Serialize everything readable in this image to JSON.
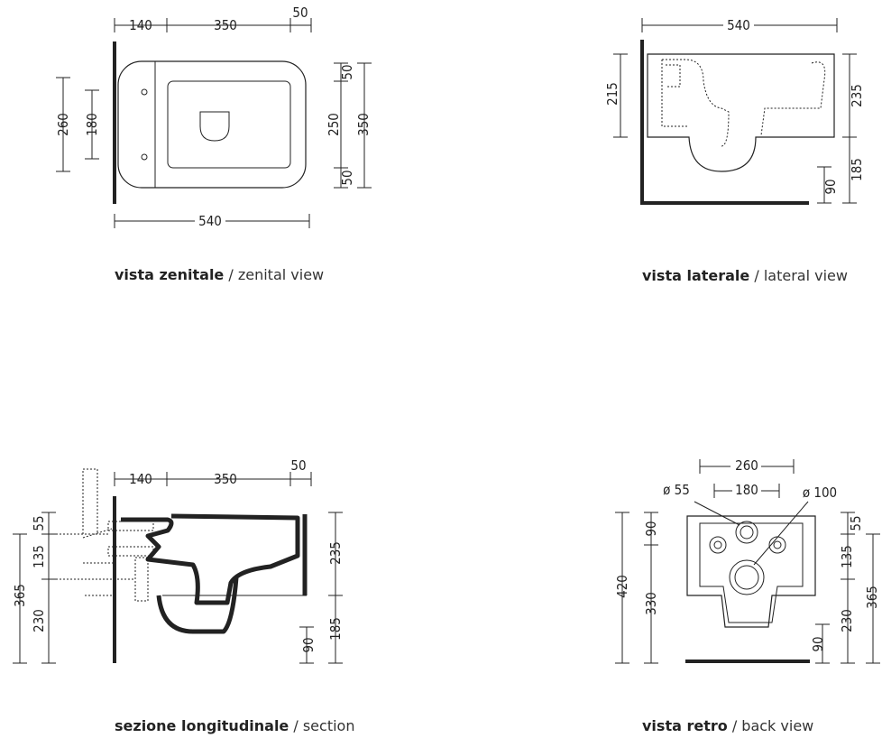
{
  "top_view": {
    "dims": {
      "d140": "140",
      "d350": "350",
      "d50": "50",
      "d260": "260",
      "d180": "180",
      "d50a": "50",
      "d250": "250",
      "d50b": "50",
      "d350v": "350",
      "d540": "540"
    },
    "caption": {
      "it": "vista zenitale",
      "sep": " / ",
      "en": "zenital view"
    }
  },
  "lateral_view": {
    "dims": {
      "d540": "540",
      "d215": "215",
      "d235": "235",
      "d185": "185",
      "d90": "90"
    },
    "caption": {
      "it": "vista laterale",
      "sep": " / ",
      "en": "lateral view"
    }
  },
  "section_view": {
    "dims": {
      "d140": "140",
      "d350": "350",
      "d50": "50",
      "d55": "55",
      "d135": "135",
      "d365": "365",
      "d230": "230",
      "d235": "235",
      "d185": "185",
      "d90": "90"
    },
    "caption": {
      "it": "sezione longitudinale",
      "sep": " / ",
      "en": "section"
    }
  },
  "back_view": {
    "dims": {
      "d260": "260",
      "d180": "180",
      "o55": "ø 55",
      "o100": "ø 100",
      "d420": "420",
      "d90l": "90",
      "d330": "330",
      "d55": "55",
      "d135": "135",
      "d230": "230",
      "d365": "365",
      "d90r": "90"
    },
    "caption": {
      "it": "vista retro",
      "sep": " / ",
      "en": "back view"
    }
  }
}
